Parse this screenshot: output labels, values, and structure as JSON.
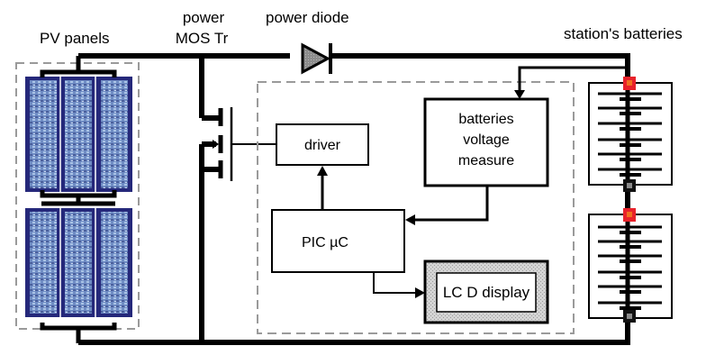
{
  "diagram": {
    "labels": {
      "pv_panels": "PV panels",
      "mos_line1": "power",
      "mos_line2": "MOS Tr",
      "diode": "power diode",
      "batteries": "station's batteries"
    },
    "blocks": {
      "driver": "driver",
      "measure_line1": "batteries",
      "measure_line2": "voltage",
      "measure_line3": "measure",
      "pic": "PIC  µC",
      "lcd": "LC D display"
    },
    "colors": {
      "panel_border": "#25287a",
      "panel_cell": "#6f8cc4",
      "panel_cell_light": "#a9c3e6",
      "dashed": "#9a9a9a",
      "terminal_pos": "#e8222a",
      "terminal_pos_inner": "#f07020",
      "terminal_neg": "#111111",
      "terminal_neg_inner": "#8a8a8a",
      "diode_fill": "#8c8c8c",
      "lcd_frame": "#cfcfcf"
    }
  }
}
